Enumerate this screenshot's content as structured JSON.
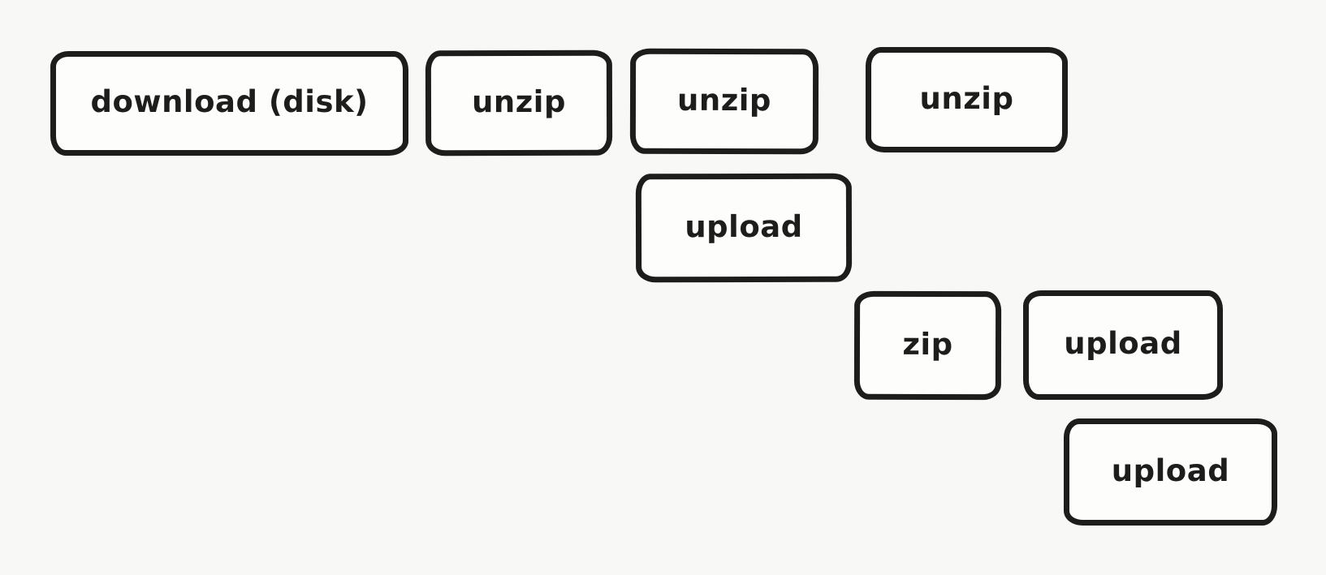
{
  "diagram": {
    "description": "Hand-drawn pipeline waterfall diagram of file transfer steps",
    "theme": {
      "background": "#f8f8f6",
      "stroke_color": "#1d1d1b",
      "fill_color": "#fdfdfc",
      "text_color": "#1d1d1b"
    },
    "boxes": [
      {
        "label": "download (disk)",
        "row": 1
      },
      {
        "label": "unzip",
        "row": 1
      },
      {
        "label": "unzip",
        "row": 1
      },
      {
        "label": "unzip",
        "row": 1
      },
      {
        "label": "upload",
        "row": 2
      },
      {
        "label": "zip",
        "row": 3
      },
      {
        "label": "upload",
        "row": 3
      },
      {
        "label": "upload",
        "row": 4
      }
    ]
  }
}
